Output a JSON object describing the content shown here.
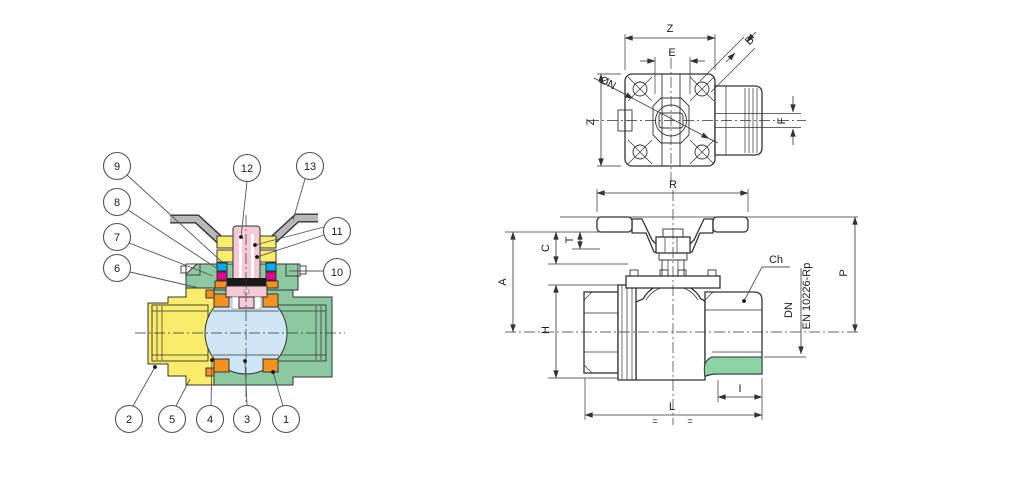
{
  "callouts": {
    "items": [
      "9",
      "8",
      "7",
      "6",
      "12",
      "13",
      "11",
      "10",
      "2",
      "5",
      "4",
      "3",
      "1"
    ]
  },
  "top_view": {
    "dims": {
      "width_top": "Z",
      "width_left": "Z",
      "stem_square": "E",
      "bolt_hole": "B",
      "bolt_circle": "ØN",
      "tab_thickness": "F"
    }
  },
  "front_view": {
    "dims": {
      "handle_span": "R",
      "handle_plate": "T",
      "handle_height": "C",
      "total_height": "A",
      "body_height": "H",
      "height_over_handle": "P",
      "thread_depth": "I",
      "face_to_face": "L",
      "sym_left": "=",
      "sym_right": "="
    },
    "labels": {
      "hex_flats": "Ch",
      "nominal": "DN",
      "thread_standard": "EN 10226-Rp"
    }
  },
  "colors": {
    "cap_yellow": "#f9ec6a",
    "body_green": "#8cc9a0",
    "ball_blue": "#cde5f4",
    "seat_orange": "#f59120",
    "stem_pink": "#f5c9d8",
    "seal_cyan": "#00aeef",
    "seal_magenta": "#eb008b",
    "handle_gray": "#b8b8b8",
    "thread_green": "#8ed3a6",
    "line": "#333333"
  }
}
